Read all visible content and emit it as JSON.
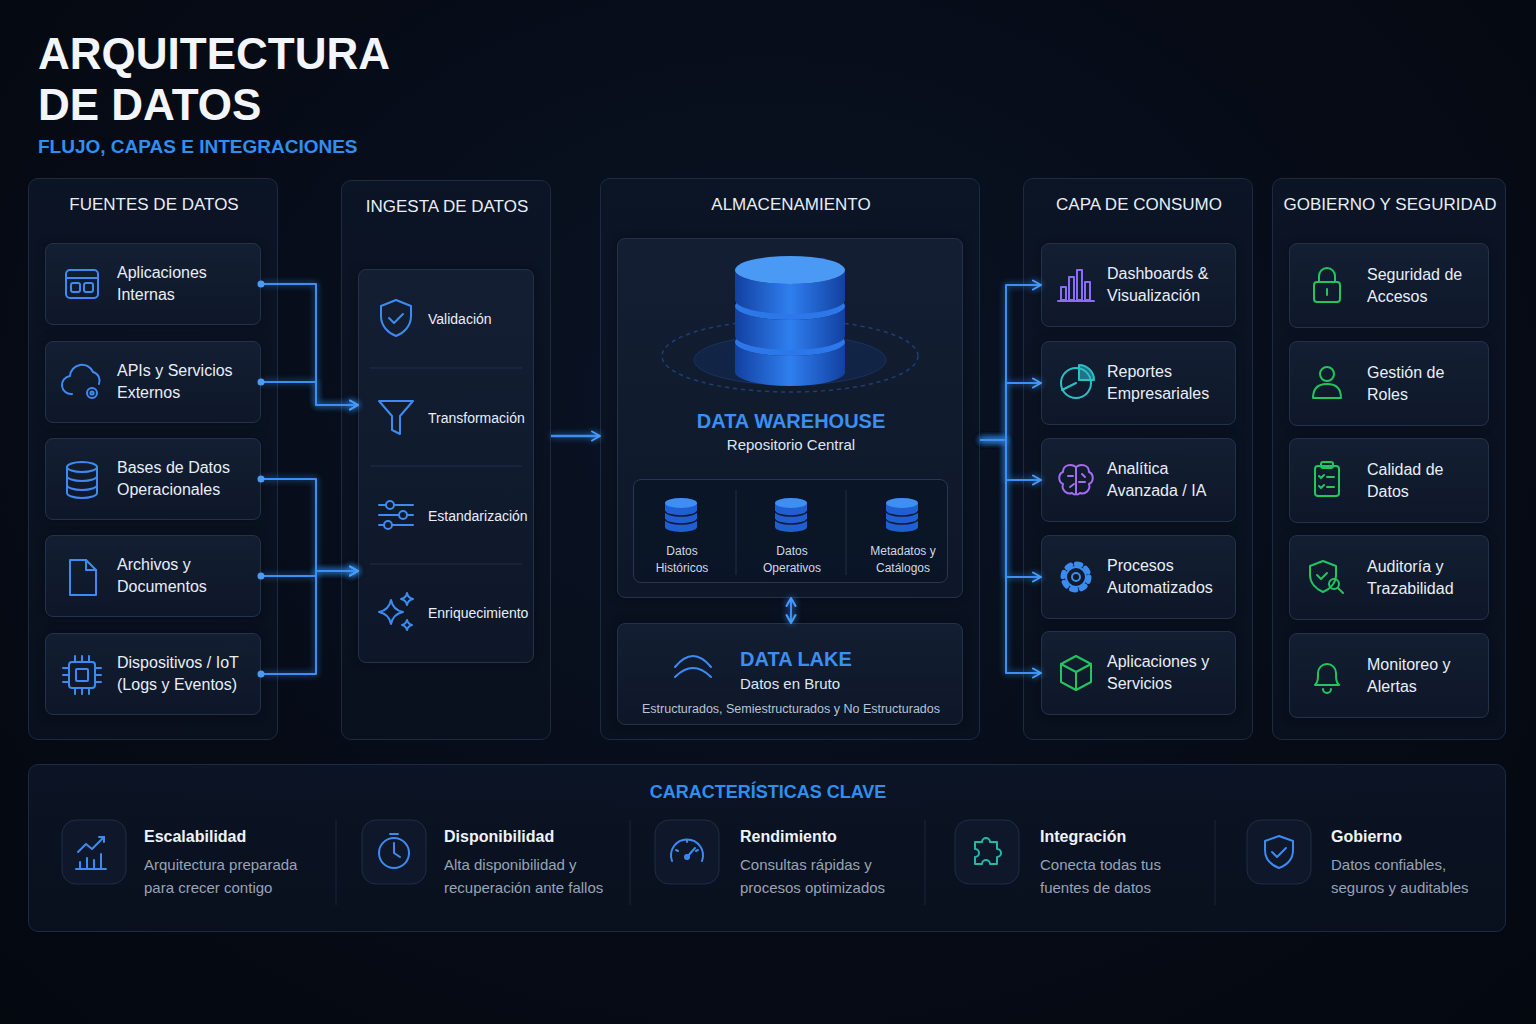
{
  "diagram": {
    "title": "ARQUITECTURA DE DATOS",
    "nodes": [
      {
        "text": [
          "FUENTES DE DATOS"
        ]
      },
      {
        "text": [
          "Aplicaciones Internas"
        ],
        "in": 0
      },
      {
        "text": [
          "APIs y Servicios Externos"
        ],
        "in": 0
      },
      {
        "text": [
          "Bases de Datos Operacionales"
        ],
        "in": 0
      },
      {
        "text": [
          "Archivos y Documentos"
        ],
        "in": 0
      },
      {
        "text": [
          "Dispositivos / IoT (Logs y Eventos)"
        ],
        "in": 0
      },
      {
        "text": [
          "INGESTA DE DATOS"
        ]
      },
      {
        "text": [
          "Validación",
          "Transformación",
          "Estandarización",
          "Enriquecimiento"
        ],
        "in": 6
      },
      {
        "text": [
          "ALMACENAMIENTO"
        ]
      },
      {
        "text": [
          "DATA WAREHOUSE",
          "Repositorio Central"
        ],
        "in": 8
      },
      {
        "text": [
          "Datos Históricos",
          "Datos Operativos",
          "Metadatos y Catálogos"
        ],
        "in": 9
      },
      {
        "text": [
          "DATA LAKE",
          "Datos en Bruto",
          "Estructurados, Semiestructurados y No Estructurados"
        ],
        "in": 8
      },
      {
        "text": [
          "CAPA DE CONSUMO"
        ]
      },
      {
        "text": [
          "Dashboards & Visualización"
        ],
        "in": 12
      },
      {
        "text": [
          "Reportes Empresariales"
        ],
        "in": 12
      },
      {
        "text": [
          "Analítica Avanzada / IA"
        ],
        "in": 12
      },
      {
        "text": [
          "Procesos Automatizados"
        ],
        "in": 12
      },
      {
        "text": [
          "Aplicaciones y Servicios"
        ],
        "in": 12
      },
      {
        "text": [
          "GOBIERNO Y SEGURIDAD"
        ]
      },
      {
        "text": [
          "Seguridad de Accesos"
        ],
        "in": 18
      },
      {
        "text": [
          "Gestión de Roles"
        ],
        "in": 18
      },
      {
        "text": [
          "Calidad de Datos"
        ],
        "in": 18
      },
      {
        "text": [
          "Auditoría y Trazabilidad"
        ],
        "in": 18
      },
      {
        "text": [
          "Monitoreo y Alertas"
        ],
        "in": 18
      },
      {
        "text": [
          "CARACTERÍSTICAS CLAVE"
        ]
      },
      {
        "text": [
          "Escalabilidad",
          "Arquitectura preparada para crecer contigo"
        ],
        "in": 24
      },
      {
        "text": [
          "Disponibilidad",
          "Alta disponibilidad y recuperación ante fallos"
        ],
        "in": 24
      },
      {
        "text": [
          "Rendimiento",
          "Consultas rápidas y procesos optimizados"
        ],
        "in": 24
      },
      {
        "text": [
          "Integración",
          "Conecta todas tus fuentes de datos"
        ],
        "in": 24
      },
      {
        "text": [
          "Gobierno",
          "Datos confiables, seguros y auditables"
        ],
        "in": 24
      }
    ],
    "edges": [
      {
        "from": 1,
        "to": 7,
        "arrow": "to"
      },
      {
        "from": 2,
        "to": 7,
        "arrow": "to"
      },
      {
        "from": 3,
        "to": 7,
        "arrow": "to"
      },
      {
        "from": 4,
        "to": 7,
        "arrow": "to"
      },
      {
        "from": 5,
        "to": 7,
        "arrow": "to"
      },
      {
        "from": 6,
        "to": 8,
        "arrow": "to"
      },
      {
        "from": 8,
        "to": 13,
        "arrow": "to"
      },
      {
        "from": 8,
        "to": 14,
        "arrow": "to"
      },
      {
        "from": 8,
        "to": 15,
        "arrow": "to"
      },
      {
        "from": 8,
        "to": 16,
        "arrow": "to"
      },
      {
        "from": 8,
        "to": 17,
        "arrow": "to"
      },
      {
        "from": 9,
        "to": 11,
        "arrow": "both"
      }
    ],
    "labels": [
      "FLUJO, CAPAS E INTEGRACIONES"
    ]
  }
}
